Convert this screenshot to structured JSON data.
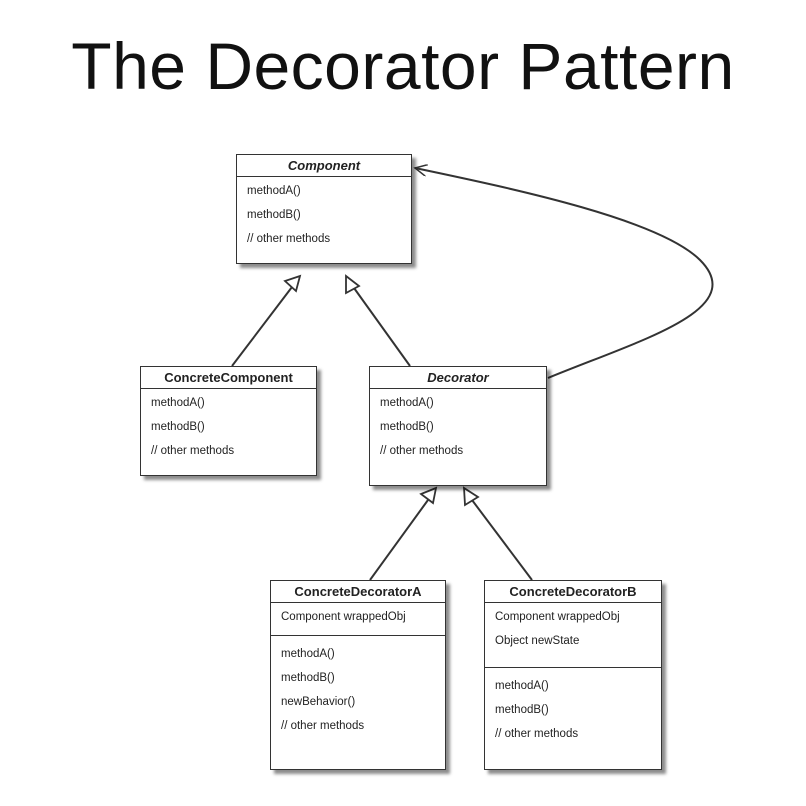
{
  "title": "The Decorator Pattern",
  "classes": {
    "component": {
      "name": "Component",
      "methods": [
        "methodA()",
        "methodB()",
        "// other methods"
      ]
    },
    "concrete_component": {
      "name": "ConcreteComponent",
      "methods": [
        "methodA()",
        "methodB()",
        "// other methods"
      ]
    },
    "decorator": {
      "name": "Decorator",
      "methods": [
        "methodA()",
        "methodB()",
        "// other methods"
      ]
    },
    "concrete_decorator_a": {
      "name": "ConcreteDecoratorA",
      "fields": [
        "Component wrappedObj"
      ],
      "methods": [
        "methodA()",
        "methodB()",
        "newBehavior()",
        "// other methods"
      ]
    },
    "concrete_decorator_b": {
      "name": "ConcreteDecoratorB",
      "fields": [
        "Component wrappedObj",
        "Object newState"
      ],
      "methods": [
        "methodA()",
        "methodB()",
        "// other methods"
      ]
    }
  }
}
